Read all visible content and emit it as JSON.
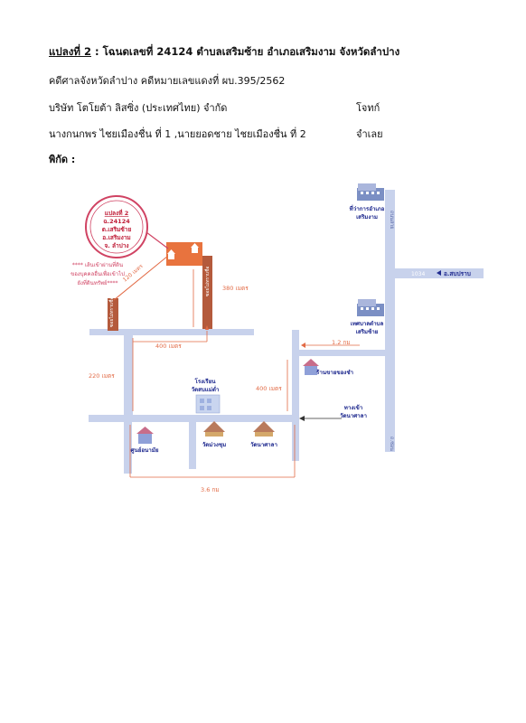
{
  "header": {
    "title_underlined": "แปลงที่ 2",
    "title_rest": " : โฉนดเลขที่ 24124 ตำบลเสริมซ้าย อำเภอเสริมงาม จังหวัดลำปาง",
    "court_line": "คดีศาลจังหวัดลำปาง คดีหมายเลขแดงที่    ผบ.395/2562",
    "plaintiff_name": "บริษัท โตโยต้า ลิสซิ่ง (ประเทศไทย) จำกัด",
    "plaintiff_role": "โจทก์",
    "defendant_name": "นางกนกพร  ไชยเมืองชื่น ที่ 1 ,นายยอดชาย  ไชยเมืองชื่น ที่ 2",
    "defendant_role": "จำเลย",
    "coords_label": "พิกัด :"
  },
  "map": {
    "plot_callout": [
      "แปลงที่ 2",
      "ฉ.24124",
      "ต.เสริมซ้าย",
      "อ.เสริมงาม",
      "จ. ลำปาง"
    ],
    "note": [
      "**** เส้นเข้าผ่านที่ดิน",
      "ของบุคคลอื่นเพื่อเข้าไป",
      "ยังที่ดินทรัพย์****"
    ],
    "dist_120": "120 เมตร",
    "dist_380": "380 เมตร",
    "dist_400_top": "400 เมตร",
    "dist_220": "220 เมตร",
    "dist_400_mid": "400 เมตร",
    "dist_1_2km": "1.2 กม",
    "dist_3_6km": "3.6 กม",
    "district_office": [
      "ที่ว่าการอำเภอ",
      "เสริมงาม"
    ],
    "municipality": [
      "เทศบาลตำบล",
      "เสริมซ้าย"
    ],
    "road_1034": "1034",
    "to_sobprab": "อ.สบปราบ",
    "shop": "ร้านขายของชำ",
    "school": [
      "โรงเรียน",
      "วัดสบแม่ต่ำ"
    ],
    "health_center": "ศูนย์อนามัย",
    "temple_1": "วัดม่วงชุม",
    "temple_2": "วัดนาศาลา",
    "entrance": [
      "ทางเข้า",
      "วัดนาศาลา"
    ],
    "lane_label": "ซอยไม่ทราบชื่อ",
    "road_vertical_top": "ถนนสาย",
    "road_vertical_bottom": "ถ.ซ่อน"
  },
  "colors": {
    "road": "#c8d2ec",
    "plot_fill": "#e8733e",
    "brown_road": "#b45a3c",
    "distance_text": "#e26a45",
    "callout_border": "#d04363",
    "blue_text": "#1f2a8f"
  }
}
